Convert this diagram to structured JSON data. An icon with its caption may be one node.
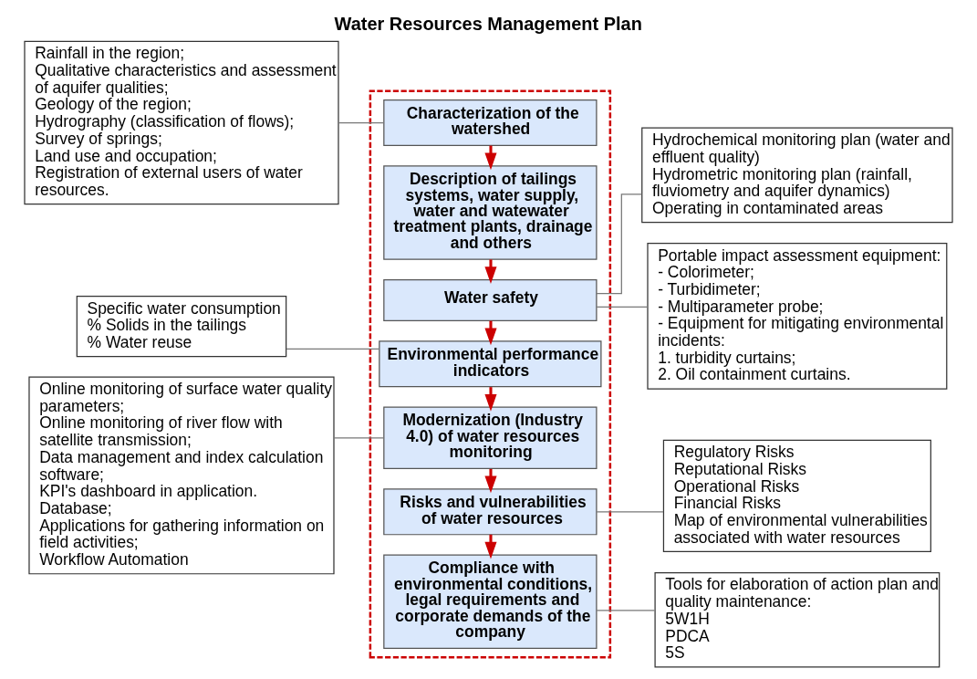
{
  "diagram": {
    "title": "Water Resources Management Plan",
    "nodes": [
      {
        "text": [],
        "shape": "box"
      },
      {
        "text": [
          "Characterization of the watershed"
        ],
        "in": 0
      },
      {
        "text": [
          "Description of tailings systems, water supply, water and watewater treatment plants, drainage and others"
        ],
        "in": 0
      },
      {
        "text": [
          "Water safety"
        ],
        "in": 0
      },
      {
        "text": [
          "Environmental performance indicators"
        ],
        "in": 0
      },
      {
        "text": [
          "Modernization (Industry 4.0) of water resources monitoring"
        ],
        "in": 0
      },
      {
        "text": [
          "Risks and vulnerabilities of water resources"
        ],
        "in": 0
      },
      {
        "text": [
          "Compliance with environmental conditions, legal requirements and corporate demands of the company"
        ],
        "in": 0
      },
      {
        "text": [
          "Rainfall in the region;",
          "Qualitative characteristics and assessment of aquifer qualities;",
          "Geology of the region;",
          "Hydrography (classification of flows);",
          "Survey of springs;",
          "Land use and occupation;",
          "Registration of external users of water resources."
        ]
      },
      {
        "text": [
          "Specific water consumption",
          "% Solids in the tailings",
          "% Water reuse"
        ]
      },
      {
        "text": [
          "Online monitoring of surface water quality parameters;",
          "Online monitoring of river flow with satellite transmission;",
          "Data management and index calculation software;",
          "KPI's dashboard in application.",
          "Database;",
          "Applications for gathering information on field activities;",
          "Workflow Automation"
        ]
      },
      {
        "text": [
          "Hydrochemical monitoring plan (water and effluent quality)",
          "Hydrometric monitoring plan (rainfall, fluviometry and aquifer dynamics)",
          "Operating in contaminated areas"
        ]
      },
      {
        "text": [
          "Portable impact assessment equipment:",
          "- Colorimeter;",
          "- Turbidimeter;",
          "- Multiparameter probe;",
          "- Equipment for mitigating environmental incidents:",
          "1. turbidity curtains;",
          "2. Oil containment curtains."
        ]
      },
      {
        "text": [
          "Regulatory Risks",
          "Reputational Risks",
          "Operational Risks",
          "Financial Risks",
          "Map of environmental vulnerabilities associated with water resources"
        ]
      },
      {
        "text": [
          "Tools for elaboration of action plan and quality maintenance:",
          "5W1H",
          "PDCA",
          "5S"
        ]
      }
    ],
    "edges": [
      {
        "from": 1,
        "to": 2,
        "arrow": "to",
        "style": "thick",
        "color": "#cc0000"
      },
      {
        "from": 2,
        "to": 3,
        "arrow": "to",
        "style": "thick",
        "color": "#cc0000"
      },
      {
        "from": 3,
        "to": 4,
        "arrow": "to",
        "style": "thick",
        "color": "#cc0000"
      },
      {
        "from": 4,
        "to": 5,
        "arrow": "to",
        "style": "thick",
        "color": "#cc0000"
      },
      {
        "from": 5,
        "to": 6,
        "arrow": "to",
        "style": "thick",
        "color": "#cc0000"
      },
      {
        "from": 6,
        "to": 7,
        "arrow": "to",
        "style": "thick",
        "color": "#cc0000"
      },
      {
        "from": 8,
        "to": 1,
        "arrow": "none"
      },
      {
        "from": 3,
        "to": 11,
        "arrow": "none"
      },
      {
        "from": 3,
        "to": 12,
        "arrow": "none"
      },
      {
        "from": 9,
        "to": 4,
        "arrow": "none"
      },
      {
        "from": 10,
        "to": 5,
        "arrow": "none"
      },
      {
        "from": 6,
        "to": 13,
        "arrow": "none"
      },
      {
        "from": 7,
        "to": 14,
        "arrow": "none"
      }
    ]
  }
}
